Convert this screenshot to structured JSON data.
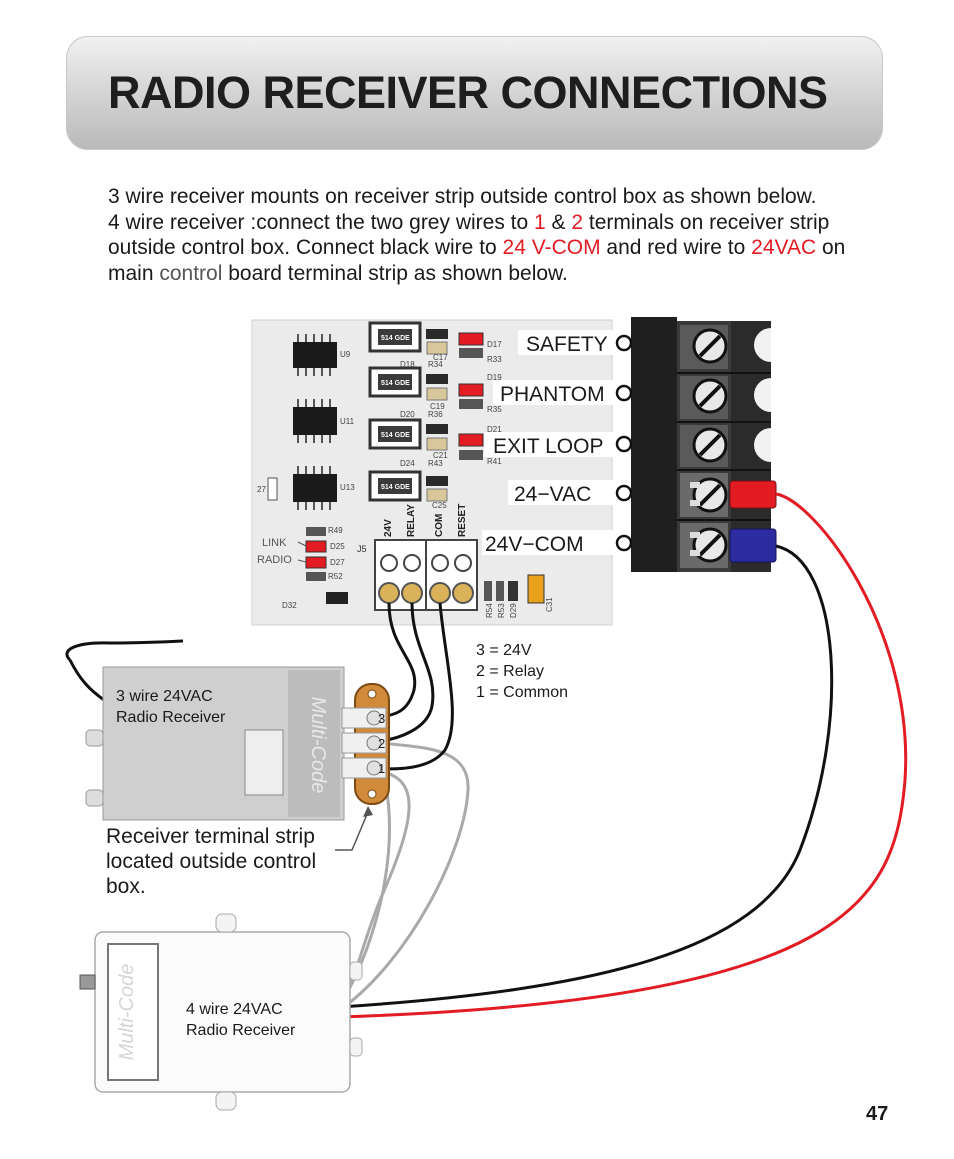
{
  "page": {
    "title": "RADIO RECEIVER CONNECTIONS",
    "page_number": "47"
  },
  "intro": {
    "line1": "3 wire receiver mounts on receiver strip outside control box as shown below.",
    "line2_a": "4 wire receiver :connect the two grey wires to ",
    "line2_t1": "1",
    "line2_amp": " & ",
    "line2_t2": "2",
    "line2_b": " terminals on receiver strip outside control box.  Connect black wire to ",
    "line2_com": "24 V-COM",
    "line2_c": " and red wire to ",
    "line2_vac": "24VAC",
    "line2_d": " on main ",
    "line2_control": "control",
    "line2_e": " board terminal strip as shown below."
  },
  "board": {
    "terminals": [
      "SAFETY",
      "PHANTOM",
      "EXIT LOOP",
      "24−VAC",
      "24V−COM"
    ],
    "j5_labels": [
      "24V",
      "RELAY",
      "COM",
      "RESET"
    ],
    "j5_name": "J5",
    "leds": [
      "LINK",
      "RADIO"
    ],
    "components": {
      "ic_labels": [
        "U9",
        "U11",
        "U13"
      ],
      "refs_a": [
        "D17",
        "R33",
        "C17",
        "R34",
        "D18"
      ],
      "refs_b": [
        "D19",
        "R35",
        "C19",
        "R36",
        "D20"
      ],
      "refs_c": [
        "D21",
        "R41",
        "C21",
        "R43",
        "D24"
      ],
      "refs_d": [
        "C25",
        "R49",
        "D25",
        "D27",
        "R52",
        "D32",
        "27"
      ],
      "refs_e": [
        "R54",
        "R53",
        "D29",
        "C31"
      ],
      "chip_text": "514 GDE"
    }
  },
  "legend": {
    "l3": "3 = 24V",
    "l2": "2 = Relay",
    "l1": "1 = Common"
  },
  "receiver3": {
    "label_line1": "3 wire 24VAC",
    "label_line2": "Radio Receiver",
    "brand": "Multi-Code"
  },
  "strip": {
    "numbers": [
      "3",
      "2",
      "1"
    ],
    "caption_line1": "Receiver terminal strip",
    "caption_line2": "located outside control",
    "caption_line3": "box."
  },
  "receiver4": {
    "label_line1": "4 wire 24VAC",
    "label_line2": "Radio Receiver",
    "brand": "Multi-Code"
  },
  "colors": {
    "red_text": "#e31b23",
    "red_wire": "#e31b23",
    "black_wire": "#111111",
    "grey_wire": "#a9a9a9",
    "blue_connector": "#2c2ca0"
  }
}
